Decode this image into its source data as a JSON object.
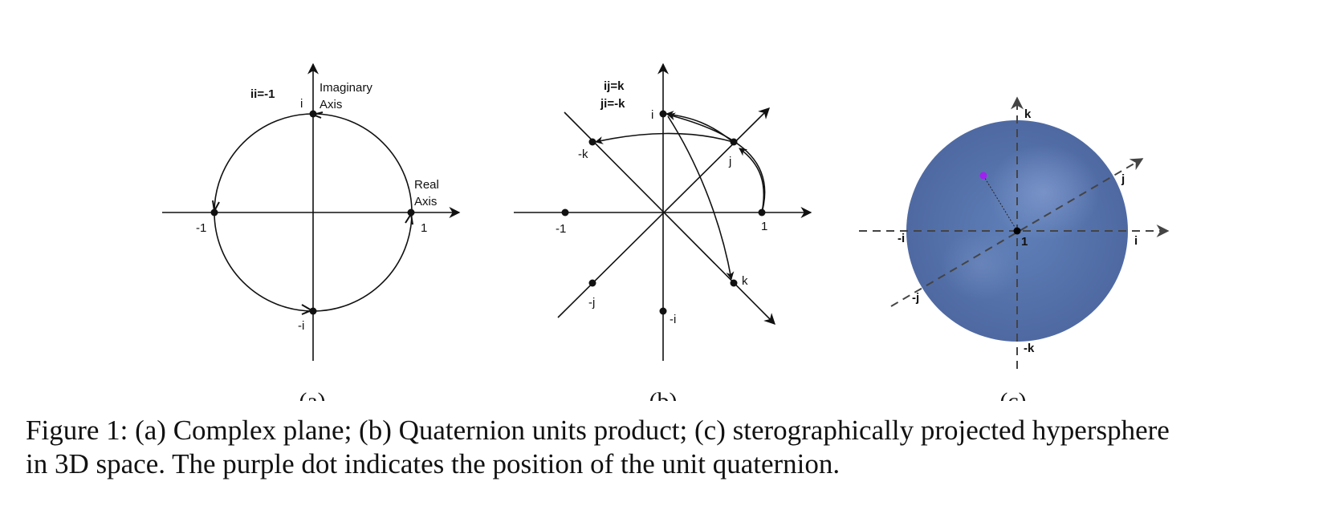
{
  "panel_a": {
    "equation": "ii=-1",
    "imag_axis_label": [
      "Imaginary",
      "Axis"
    ],
    "real_axis_label": [
      "Real",
      "Axis"
    ],
    "point_labels": {
      "i": "i",
      "neg_i": "-i",
      "one": "1",
      "neg_one": "-1"
    },
    "subcaption": "(a)"
  },
  "panel_b": {
    "equations": [
      "ij=k",
      "ji=-k"
    ],
    "point_labels": {
      "i": "i",
      "neg_i": "-i",
      "j": "j",
      "neg_j": "-j",
      "k": "k",
      "neg_k": "-k",
      "one": "1",
      "neg_one": "-1"
    },
    "subcaption": "(b)"
  },
  "panel_c": {
    "axis_labels": {
      "k": "k",
      "neg_k": "-k",
      "i": "i",
      "neg_i": "-i",
      "j": "j",
      "neg_j": "-j",
      "one": "1"
    },
    "sphere_color": "#5470a8",
    "dot_color": "#a020f0",
    "subcaption": "(c)"
  },
  "caption": {
    "line1": "Figure 1: (a) Complex plane; (b) Quaternion units product; (c) sterographically projected hypersphere",
    "line2": "in 3D space. The purple dot indicates the position of the unit quaternion."
  }
}
